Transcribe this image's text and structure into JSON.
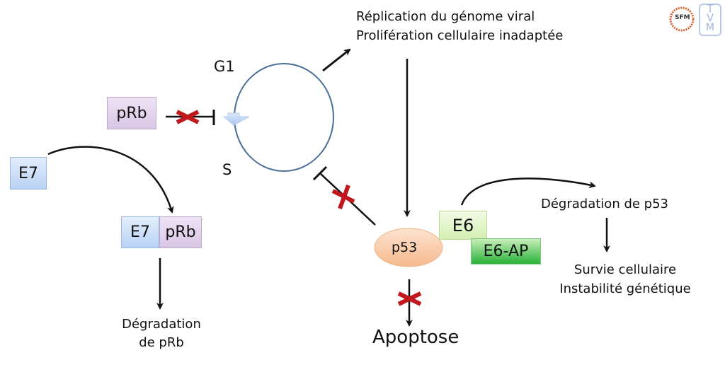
{
  "logos": {
    "left": "SFM",
    "right": "TVM"
  },
  "cycle": {
    "g1_label": "G1",
    "s_label": "S"
  },
  "nodes": {
    "prb": "pRb",
    "e7": "E7",
    "complex_e7": "E7",
    "complex_prb": "pRb",
    "p53": "p53",
    "e6": "E6",
    "e6ap": "E6-AP"
  },
  "outcomes": {
    "replication_line1": "Réplication du génome viral",
    "replication_line2": "Prolifération cellulaire inadaptée",
    "prb_degradation_line1": "Dégradation",
    "prb_degradation_line2": "de pRb",
    "p53_degradation": "Dégradation de p53",
    "survival_line1": "Survie cellulaire",
    "survival_line2": "Instabilité génétique",
    "apoptosis": "Apoptose"
  },
  "colors": {
    "cycle_stroke": "#4a6f96",
    "block_mark": "#c0181c",
    "p53_fill": "#f8c9a4"
  }
}
